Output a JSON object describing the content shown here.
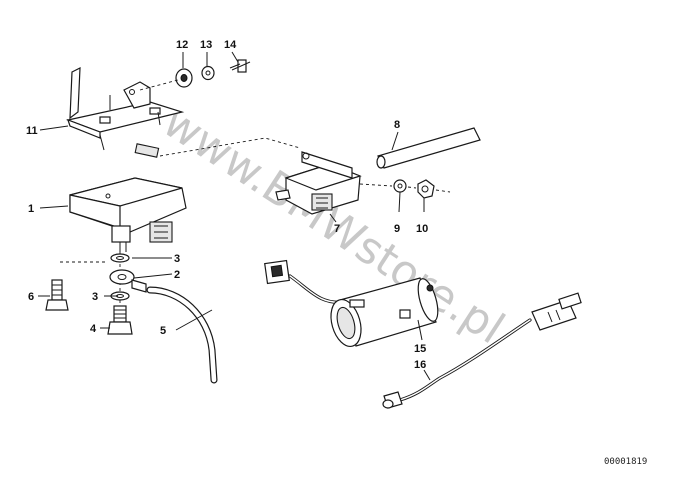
{
  "diagram": {
    "watermark": "www.BMWstore.pl",
    "reference_number": "00001819",
    "callouts": [
      "1",
      "2",
      "3",
      "3",
      "4",
      "5",
      "6",
      "7",
      "8",
      "9",
      "10",
      "11",
      "12",
      "13",
      "14",
      "15",
      "16"
    ]
  }
}
